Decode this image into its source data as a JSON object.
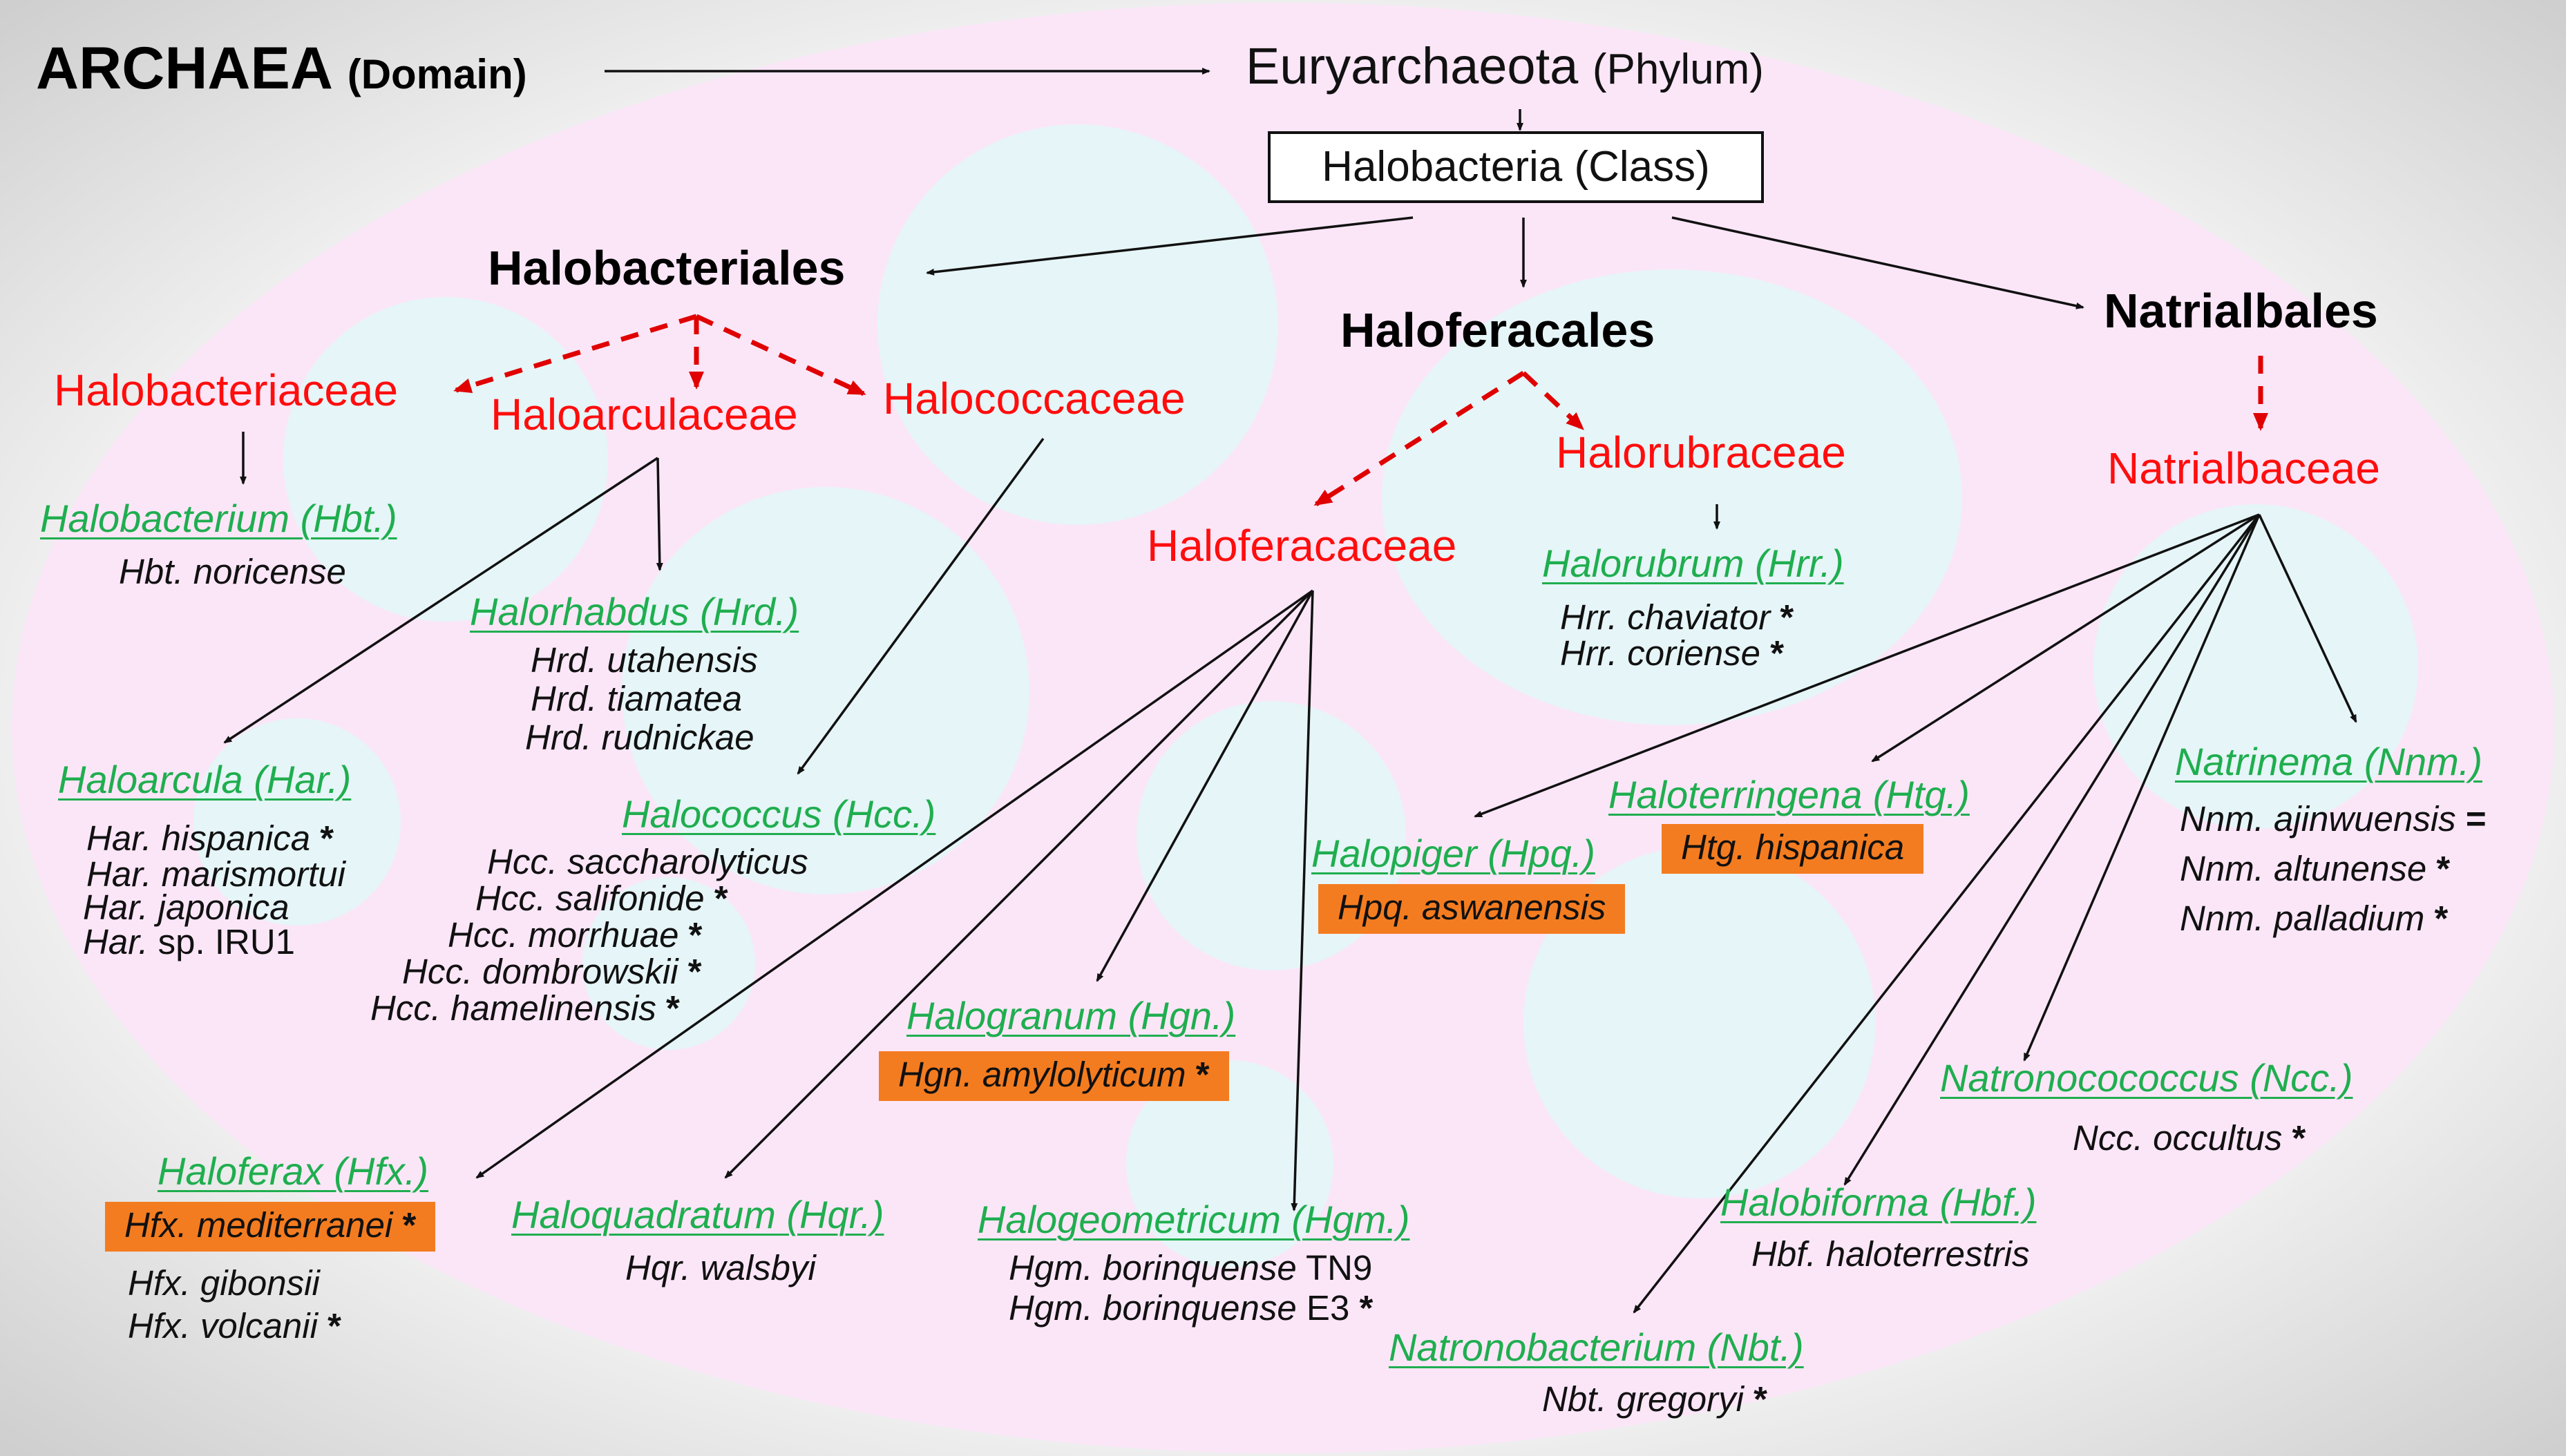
{
  "domain_label": {
    "main": "ARCHAEA",
    "rank": "(Domain)"
  },
  "phylum": {
    "main": "Euryarchaeota",
    "rank": "(Phylum)"
  },
  "class_label": "Halobacteria (Class)",
  "orders": {
    "halobacteriales": "Halobacteriales",
    "haloferacales": "Haloferacales",
    "natrialbales": "Natrialbales"
  },
  "families": {
    "halobacteriaceae": "Halobacteriaceae",
    "haloarculaceae": "Haloarculaceae",
    "halococcaceae": "Halococcaceae",
    "haloferacaceae": "Haloferacaceae",
    "halorubraceae": "Halorubraceae",
    "natrialbaceae": "Natrialbaceae"
  },
  "genera": {
    "halobacterium": {
      "name": "Halobacterium (Hbt.)",
      "species": [
        {
          "sp": "Hbt. noricense",
          "strain": "",
          "star": ""
        }
      ]
    },
    "halorhabdus": {
      "name": "Halorhabdus (Hrd.)",
      "species": [
        {
          "sp": "Hrd. utahensis",
          "strain": "",
          "star": ""
        },
        {
          "sp": "Hrd. tiamatea",
          "strain": "",
          "star": ""
        },
        {
          "sp": "Hrd. rudnickae",
          "strain": "",
          "star": ""
        }
      ]
    },
    "haloarcula": {
      "name": "Haloarcula (Har.)",
      "species": [
        {
          "sp": "Har. hispanica",
          "strain": "",
          "star": "*"
        },
        {
          "sp": "Har. marismortui",
          "strain": "",
          "star": ""
        },
        {
          "sp": "Har. japonica",
          "strain": "",
          "star": ""
        },
        {
          "sp": "Har.",
          "strain": "sp. IRU1",
          "star": ""
        }
      ]
    },
    "halococcus": {
      "name": "Halococcus (Hcc.)",
      "species": [
        {
          "sp": "Hcc. saccharolyticus",
          "strain": "",
          "star": ""
        },
        {
          "sp": "Hcc. salifonide",
          "strain": "",
          "star": "*"
        },
        {
          "sp": "Hcc. morrhuae",
          "strain": "",
          "star": "*"
        },
        {
          "sp": "Hcc. dombrowskii",
          "strain": "",
          "star": "*"
        },
        {
          "sp": "Hcc. hamelinensis",
          "strain": "",
          "star": "*"
        }
      ]
    },
    "halorubrum": {
      "name": "Halorubrum (Hrr.)",
      "species": [
        {
          "sp": "Hrr. chaviator",
          "strain": "",
          "star": "*"
        },
        {
          "sp": "Hrr. coriense",
          "strain": "",
          "star": "*"
        }
      ]
    },
    "halopiger": {
      "name": "Halopiger (Hpq.)",
      "species": [
        {
          "sp": "Hpq. aswanensis",
          "strain": "",
          "star": ""
        }
      ]
    },
    "haloterrigena": {
      "name": "Haloterringena (Htg.)",
      "species": [
        {
          "sp": "Htg. hispanica",
          "strain": "",
          "star": ""
        }
      ]
    },
    "natrinema": {
      "name": "Natrinema (Nnm.)",
      "species": [
        {
          "sp": "Nnm. ajinwuensis",
          "strain": "",
          "star": "="
        },
        {
          "sp": "Nnm. altunense",
          "strain": "",
          "star": "*"
        },
        {
          "sp": "Nnm. palladium",
          "strain": "",
          "star": "*"
        }
      ]
    },
    "halogranum": {
      "name": "Halogranum (Hgn.)",
      "species": [
        {
          "sp": "Hgn. amylolyticum",
          "strain": "",
          "star": "*"
        }
      ]
    },
    "natronococcus": {
      "name": "Natronocococcus (Ncc.)",
      "species": [
        {
          "sp": "Ncc. occultus",
          "strain": "",
          "star": "*"
        }
      ]
    },
    "haloferax": {
      "name": "Haloferax (Hfx.)",
      "species": [
        {
          "sp": "Hfx. mediterranei",
          "strain": "",
          "star": "*"
        },
        {
          "sp": "Hfx. gibonsii",
          "strain": "",
          "star": ""
        },
        {
          "sp": "Hfx. volcanii",
          "strain": "",
          "star": "*"
        }
      ]
    },
    "haloquadratum": {
      "name": "Haloquadratum (Hqr.)",
      "species": [
        {
          "sp": "Hqr. walsbyi",
          "strain": "",
          "star": ""
        }
      ]
    },
    "halogeometricum": {
      "name": "Halogeometricum (Hgm.)",
      "species": [
        {
          "sp": "Hgm. borinquense",
          "strain": "TN9",
          "star": ""
        },
        {
          "sp": "Hgm. borinquense",
          "strain": "E3",
          "star": "*"
        }
      ]
    },
    "halobiforma": {
      "name": "Halobiforma (Hbf.)",
      "species": [
        {
          "sp": "Hbf. haloterrestris",
          "strain": "",
          "star": ""
        }
      ]
    },
    "natronobacterium": {
      "name": "Natronobacterium (Nbt.)",
      "species": [
        {
          "sp": "Nbt. gregoryi",
          "strain": "",
          "star": "*"
        }
      ]
    }
  },
  "colors": {
    "family": "#ff0d0d",
    "genus": "#1fae4f",
    "highlight": "#f47c20",
    "ellipse": "#fbe6f8",
    "bubble": "#e6f5f7"
  }
}
